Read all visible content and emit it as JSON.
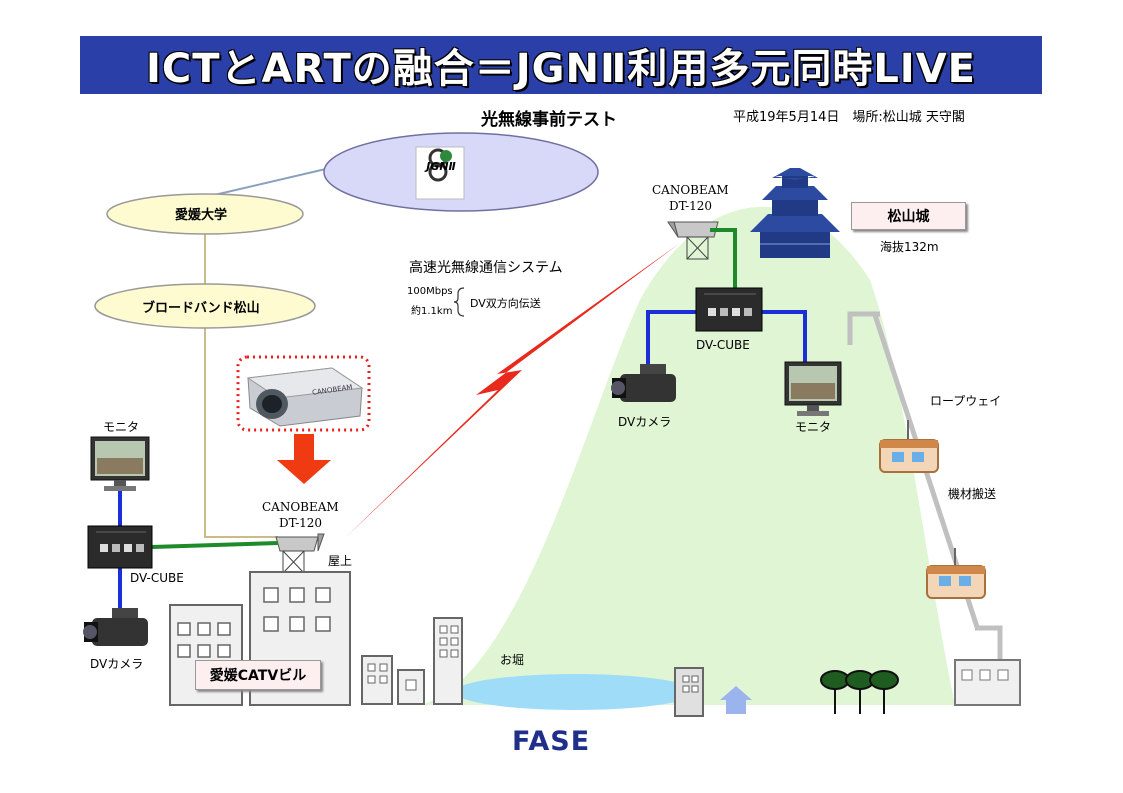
{
  "title": "ICTとARTの融合＝JGNⅡ利用多元同時LIVE",
  "subtitle": "光無線事前テスト",
  "date_place": "平成19年5月14日　場所:松山城 天守閣",
  "nodes": {
    "jgn": "JGNⅡ",
    "ehime_univ": "愛媛大学",
    "broadband": "ブロードバンド松山"
  },
  "link": {
    "system": "高速光無線通信システム",
    "speed": "100Mbps",
    "distance": "約1.1km",
    "mode": "DV双方向伝送"
  },
  "left_site": {
    "canobeam_name": "CANOBEAM",
    "canobeam_model": "DT-120",
    "rooftop": "屋上",
    "monitor": "モニタ",
    "dvcube": "DV-CUBE",
    "dvcamera": "DVカメラ",
    "building": "愛媛CATVビル",
    "canobeam_brand": "CANOBEAM"
  },
  "right_site": {
    "canobeam_name": "CANOBEAM",
    "canobeam_model": "DT-120",
    "castle": "松山城",
    "altitude": "海抜132m",
    "dvcube": "DV-CUBE",
    "dvcamera": "DVカメラ",
    "monitor": "モニタ",
    "ropeway": "ロープウェイ",
    "transport": "機材搬送",
    "moat": "お堀"
  },
  "footer_logo": "FASE",
  "colors": {
    "title_bg": "#2b3fa8",
    "hill": "#dff5d4",
    "link_beam": "#e8291c",
    "lan_blue": "#1a2fd6",
    "lan_green": "#1f8a2a",
    "arrow_red": "#f03a12",
    "pink_box": "#fdeef0",
    "ellipse_fill": "#fffbd0",
    "jgn_fill": "#d8d8f8"
  }
}
